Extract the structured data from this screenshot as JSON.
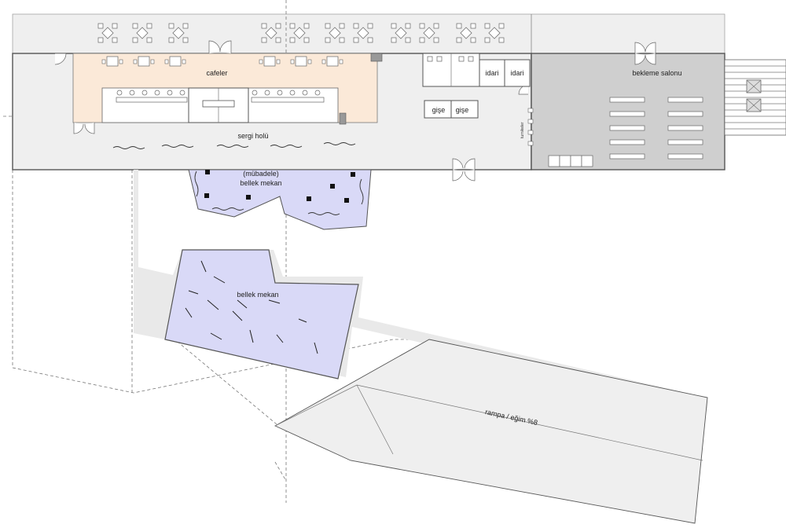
{
  "rooms": {
    "cafe": "cafeler",
    "exhibition_hall": "sergi holü",
    "waiting_hall": "bekleme salonu",
    "admin_1": "idari",
    "admin_2": "idari",
    "ticket_1": "gişe",
    "ticket_2": "gişe",
    "turnstiles": "turnikeler",
    "memory_space_upper_note": "(mübadele)",
    "memory_space_upper": "bellek mekan",
    "memory_space_lower": "bellek mekan",
    "ramp": "rampa / eğim %8"
  },
  "colors": {
    "cafe_fill": "#fbe9d8",
    "memory_fill": "#d9d9f7",
    "waiting_fill": "#cfcfcf",
    "hall_fill": "#efefef",
    "terrace_fill": "#efefef",
    "ramp_fill": "#efefef"
  }
}
